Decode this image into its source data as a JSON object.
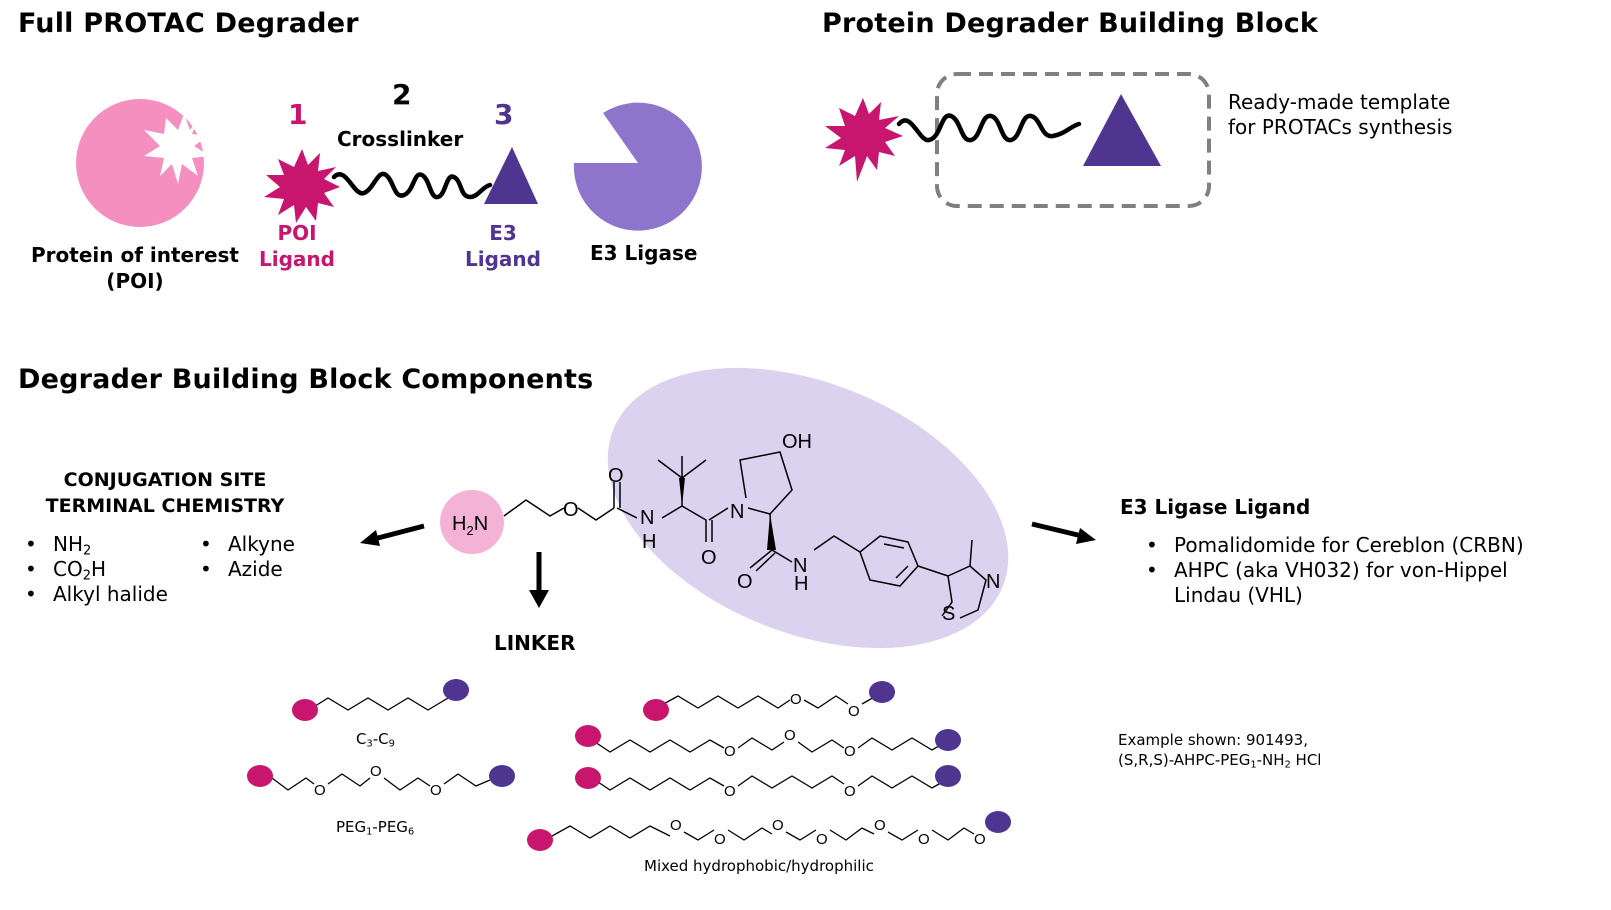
{
  "sections": {
    "full_protac": {
      "title": "Full PROTAC Degrader",
      "protein": {
        "label_line1": "Protein of interest",
        "label_line2": "(POI)",
        "color": "#f48fc0"
      },
      "poi_ligand": {
        "number": "1",
        "label_line1": "POI",
        "label_line2": "Ligand",
        "color": "#c8156e"
      },
      "crosslinker": {
        "number": "2",
        "label": "Crosslinker",
        "color": "#000000"
      },
      "e3_ligand": {
        "number": "3",
        "label_line1": "E3",
        "label_line2": "Ligand",
        "color": "#4f3590"
      },
      "e3_ligase": {
        "label": "E3 Ligase",
        "color": "#8f74cc"
      }
    },
    "building_block": {
      "title": "Protein Degrader Building Block",
      "description_line1": "Ready-made template",
      "description_line2": "for PROTACs synthesis",
      "box_color": "#808080"
    },
    "components": {
      "title": "Degrader Building Block Components",
      "conjugation": {
        "heading_line1": "CONJUGATION SITE",
        "heading_line2": "TERMINAL CHEMISTRY",
        "col1": [
          "NH2",
          "CO2H",
          "Alkyl halide"
        ],
        "col2": [
          "Alkyne",
          "Azide"
        ]
      },
      "molecule": {
        "amine_label": "H2N",
        "atoms": [
          "O",
          "O",
          "N",
          "H",
          "O",
          "N",
          "OH",
          "O",
          "N",
          "H",
          "N",
          "S"
        ],
        "amine_highlight_color": "#f4b3d6",
        "e3_highlight_color": "#dad2ef"
      },
      "linker": {
        "heading": "LINKER",
        "types": [
          {
            "label": "C3-C9"
          },
          {
            "label": "PEG1-PEG6"
          },
          {
            "label": "Mixed hydrophobic/hydrophilic"
          }
        ]
      },
      "e3_ligand": {
        "heading": "E3 Ligase Ligand",
        "items": [
          "Pomalidomide for Cereblon (CRBN)",
          "AHPC (aka VH032) for von-Hippel Lindau (VHL)"
        ]
      },
      "example": {
        "line1": "Example shown: 901493,",
        "line2": "(S,R,S)-AHPC-PEG1-NH2 HCl"
      }
    }
  }
}
